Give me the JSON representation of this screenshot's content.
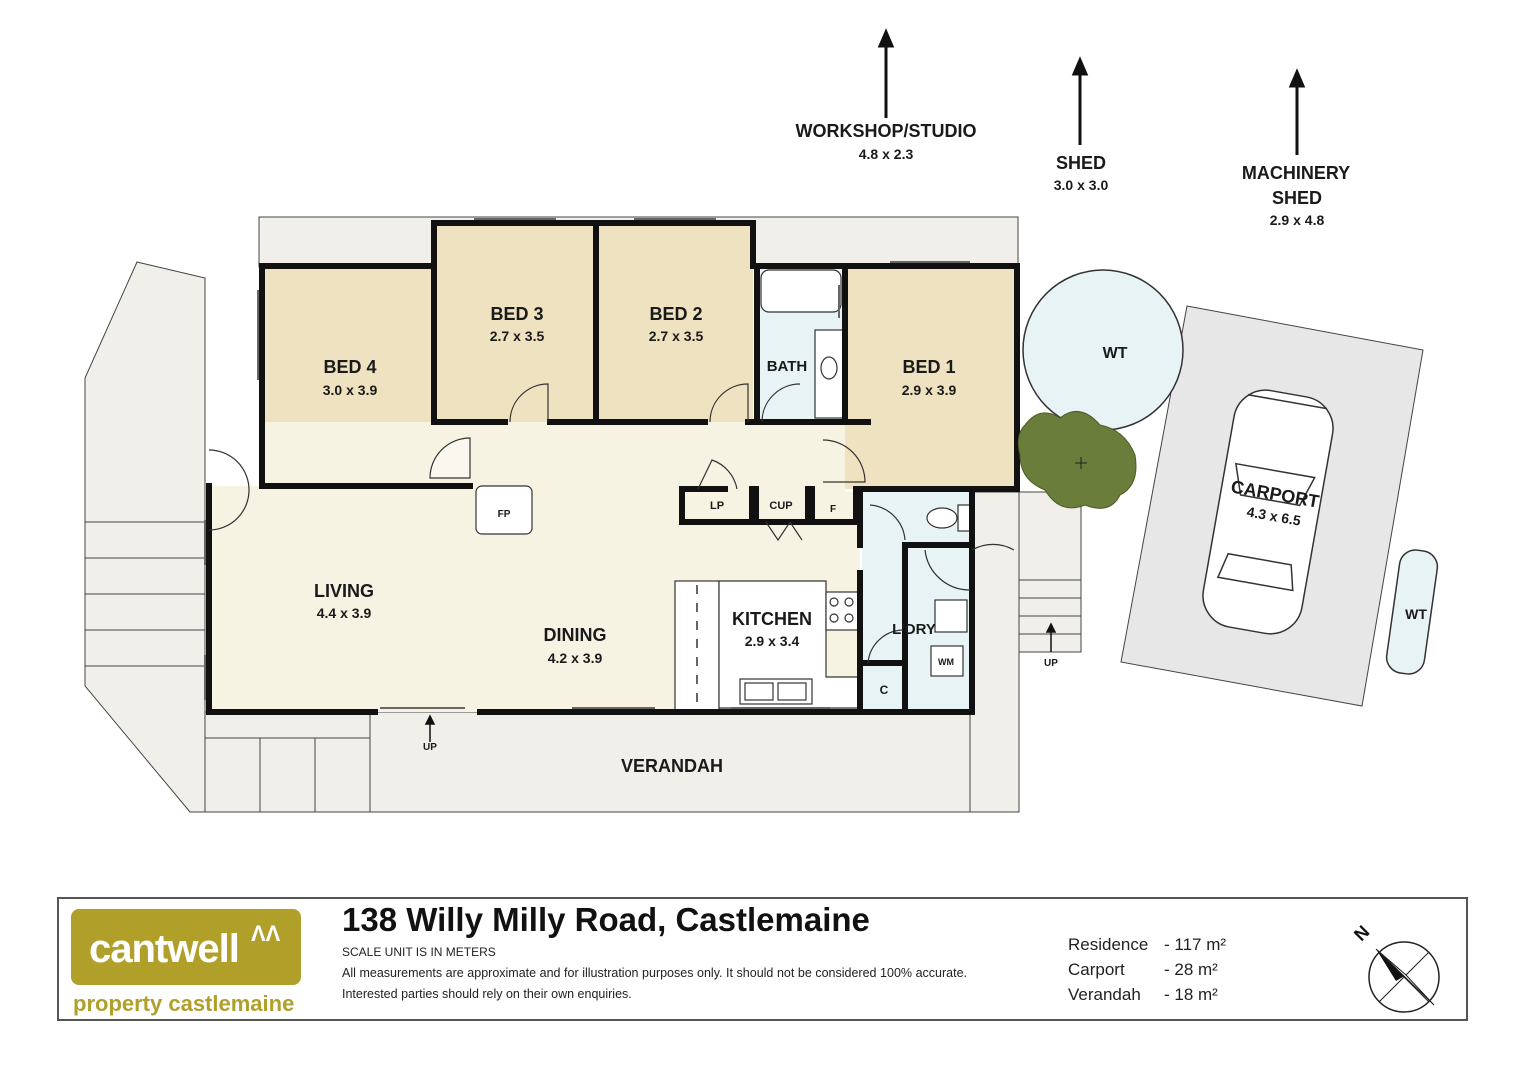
{
  "rooms": {
    "bed4": {
      "name": "BED 4",
      "dims": "3.0 x 3.9"
    },
    "bed3": {
      "name": "BED 3",
      "dims": "2.7 x 3.5"
    },
    "bed2": {
      "name": "BED 2",
      "dims": "2.7 x 3.5"
    },
    "bath": {
      "name": "BATH"
    },
    "bed1": {
      "name": "BED 1",
      "dims": "2.9 x 3.9"
    },
    "living": {
      "name": "LIVING",
      "dims": "4.4 x 3.9"
    },
    "dining": {
      "name": "DINING",
      "dims": "4.2 x 3.9"
    },
    "kitchen": {
      "name": "KITCHEN",
      "dims": "2.9 x 3.4"
    },
    "laundry": {
      "name": "L'DRY"
    },
    "verandah": {
      "name": "VERANDAH"
    },
    "carport": {
      "name": "CARPORT",
      "dims": "4.3 x 6.5"
    }
  },
  "fixtures": {
    "fp": "FP",
    "lp": "LP",
    "cup": "CUP",
    "f": "F",
    "c": "C",
    "wm": "WM"
  },
  "stairs": {
    "up_label": "UP"
  },
  "tanks": {
    "label": "WT"
  },
  "outbuildings": {
    "workshop": {
      "name": "WORKSHOP/STUDIO",
      "dims": "4.8 x 2.3"
    },
    "shed": {
      "name": "SHED",
      "dims": "3.0 x 3.0"
    },
    "machinery": {
      "line1": "MACHINERY",
      "line2": "SHED",
      "dims": "2.9 x 4.8"
    }
  },
  "footer": {
    "logo_word": "cantwell",
    "logo_mark": "ΛΛ",
    "logo_sub": "property castlemaine",
    "address": "138 Willy Milly Road, Castlemaine",
    "scale_note": "SCALE UNIT IS IN METERS",
    "disclaimer": "All measurements are approximate and for illustration purposes only. It should not be considered 100% accurate. Interested parties should rely on their own enquiries.",
    "areas": [
      {
        "name": "Residence",
        "value": "- 117 m²"
      },
      {
        "name": "Carport",
        "value": "-   28 m²"
      },
      {
        "name": "Verandah",
        "value": "-   18 m²"
      }
    ],
    "compass_label": "N"
  },
  "colors": {
    "bedroom": "#eee2c0",
    "living": "#f7f3e3",
    "wet_area": "#e8f3f6",
    "outdoor": "#f1efea",
    "wall": "#111111",
    "tree": "#6b7d3a",
    "logo": "#b0a02a"
  }
}
